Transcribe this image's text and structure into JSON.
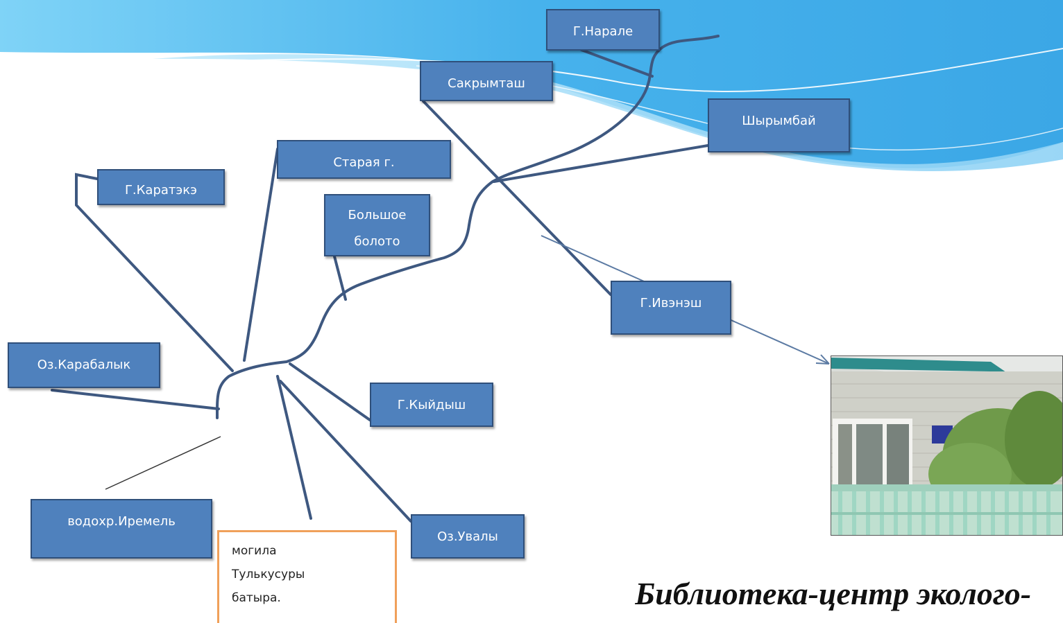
{
  "nodes": {
    "narale": "Г.Нарале",
    "sakrymtash": "Сакрымташ",
    "shyrymbai": "Шырымбай",
    "staraya": "Старая г.",
    "karateka": "Г.Каратэкэ",
    "bolshoe_line1": "Большое",
    "bolshoe_line2": "болото",
    "ivenesh": "Г.Ивэнэш",
    "karabalyk": "Оз.Карабалык",
    "kyidysh": "Г.Кыйдыш",
    "iremel": "водохр.Иремель",
    "uvaly": "Оз.Увалы"
  },
  "note": {
    "line1": "могила",
    "line2": "Тулькусуры",
    "line3": "батыра."
  },
  "caption": "Библиотека-центр эколого-",
  "colors": {
    "node_fill": "#4f81bd",
    "line": "#3e5880",
    "note_border": "#f0a05a",
    "wave": "#4bb6ee"
  }
}
